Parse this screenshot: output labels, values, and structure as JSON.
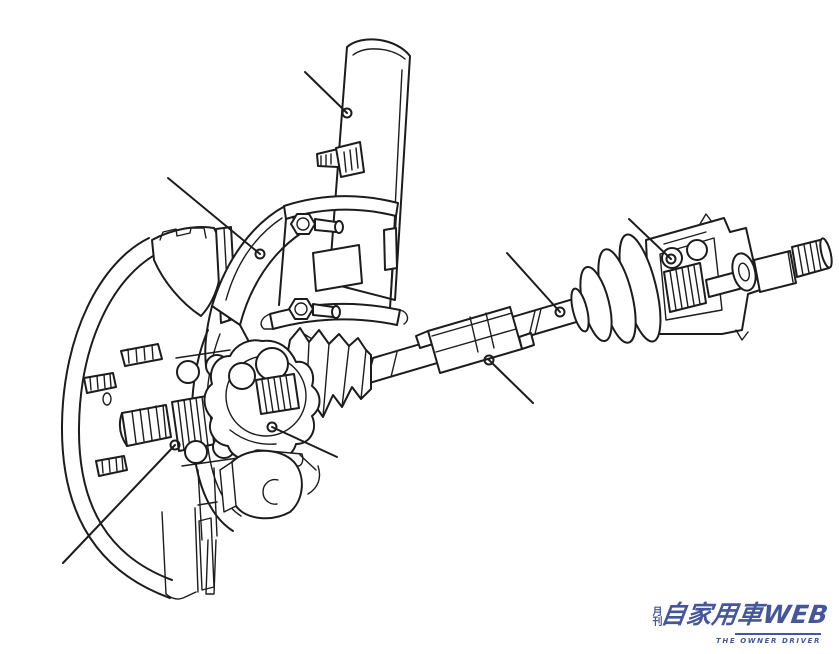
{
  "figure": {
    "subject": "Cutaway line illustration of a front wheel hub, brake disc, steering knuckle, suspension strut and drive shaft with CV joints",
    "background_color": "#ffffff",
    "line_color": "#1c1c1c",
    "callout_line_width": 1.6,
    "callout_dot_radius": 4.5,
    "callouts": [
      {
        "name": "strut-tube",
        "tail": [
          305,
          72
        ],
        "dot": [
          347,
          113
        ]
      },
      {
        "name": "steering-knuckle",
        "tail": [
          168,
          178
        ],
        "dot": [
          260,
          254
        ]
      },
      {
        "name": "hub-and-bearing",
        "tail": [
          63,
          563
        ],
        "dot": [
          175,
          445
        ]
      },
      {
        "name": "outer-cv-joint-and-boot",
        "tail": [
          337,
          457
        ],
        "dot": [
          272,
          427
        ]
      },
      {
        "name": "dynamic-damper",
        "tail": [
          533,
          403
        ],
        "dot": [
          489,
          360
        ]
      },
      {
        "name": "drive-shaft",
        "tail": [
          507,
          253
        ],
        "dot": [
          560,
          312
        ]
      },
      {
        "name": "inner-cv-joint",
        "tail": [
          629,
          219
        ],
        "dot": [
          671,
          259
        ]
      }
    ]
  },
  "logo": {
    "prefix": "月刊",
    "title": "自家用車WEB",
    "subtitle": "THE OWNER DRIVER",
    "color": "#45569a"
  }
}
